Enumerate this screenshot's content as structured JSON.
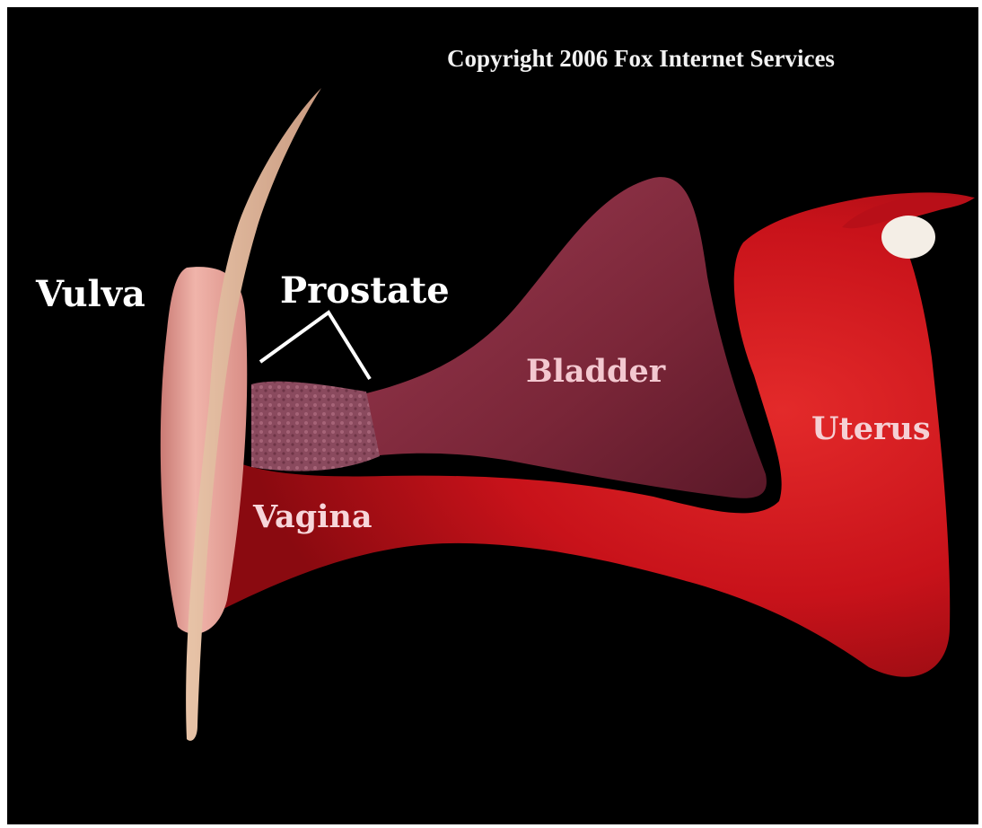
{
  "copyright": "Copyright 2006 Fox Internet Services",
  "labels": {
    "vulva": "Vulva",
    "prostate": "Prostate",
    "bladder": "Bladder",
    "uterus": "Uterus",
    "vagina": "Vagina"
  },
  "colors": {
    "background": "#000000",
    "uterus_vagina": "#c8121a",
    "bladder": "#7a2638",
    "prostate": "#8a4a5e",
    "vulva": "#e8a39a",
    "pointer_line": "#ffffff"
  }
}
